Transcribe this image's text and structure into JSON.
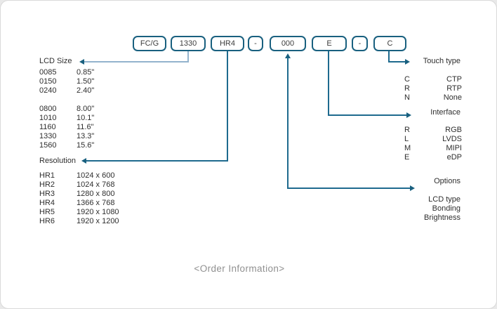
{
  "caption": "<Order Information>",
  "colors": {
    "accent": "#19607f",
    "line_dark": "#1e6a8e",
    "line_light": "#93b3cd",
    "caption_gray": "#909090"
  },
  "part_code": {
    "segments": [
      {
        "label": "FC/G"
      },
      {
        "label": "1330"
      },
      {
        "label": "HR4"
      },
      {
        "label": "-"
      },
      {
        "label": "000"
      },
      {
        "label": "E"
      },
      {
        "label": "-"
      },
      {
        "label": "C"
      }
    ]
  },
  "sections": {
    "lcd_size": {
      "title": "LCD Size",
      "rows": [
        {
          "code": "0085",
          "value": "0.85\""
        },
        {
          "code": "0150",
          "value": "1.50\""
        },
        {
          "code": "0240",
          "value": "2.40\""
        },
        {
          "code": "0800",
          "value": "8.00\""
        },
        {
          "code": "1010",
          "value": "10.1\""
        },
        {
          "code": "1160",
          "value": "11.6\""
        },
        {
          "code": "1330",
          "value": "13.3\""
        },
        {
          "code": "1560",
          "value": "15.6\""
        }
      ]
    },
    "resolution": {
      "title": "Resolution",
      "rows": [
        {
          "code": "HR1",
          "value": "1024 x 600"
        },
        {
          "code": "HR2",
          "value": "1024 x 768"
        },
        {
          "code": "HR3",
          "value": "1280 x 800"
        },
        {
          "code": "HR4",
          "value": "1366 x 768"
        },
        {
          "code": "HR5",
          "value": "1920 x 1080"
        },
        {
          "code": "HR6",
          "value": "1920 x 1200"
        }
      ]
    },
    "touch_type": {
      "title": "Touch type",
      "rows": [
        {
          "code": "C",
          "value": "CTP"
        },
        {
          "code": "R",
          "value": "RTP"
        },
        {
          "code": "N",
          "value": "None"
        }
      ]
    },
    "interface": {
      "title": "Interface",
      "rows": [
        {
          "code": "R",
          "value": "RGB"
        },
        {
          "code": "L",
          "value": "LVDS"
        },
        {
          "code": "M",
          "value": "MIPI"
        },
        {
          "code": "E",
          "value": "eDP"
        }
      ]
    },
    "options": {
      "title": "Options",
      "items": [
        "LCD type",
        "Bonding",
        "Brightness"
      ]
    }
  }
}
